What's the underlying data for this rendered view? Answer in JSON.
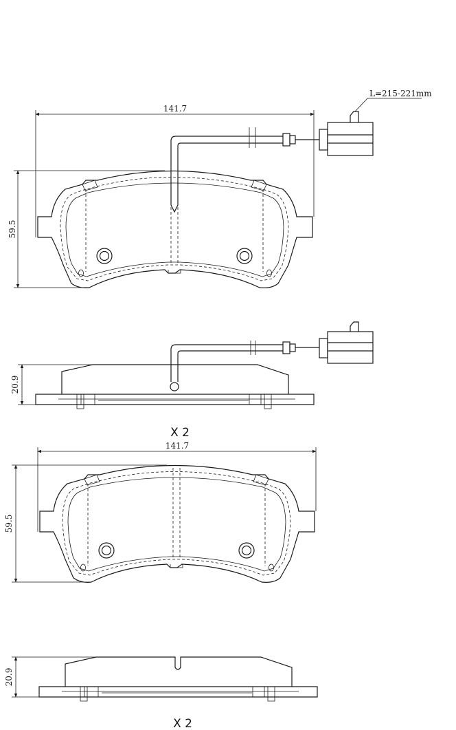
{
  "views": {
    "pad1_front": {
      "width_label": "141.7",
      "height_label": "59.5",
      "wire_label": "L=215-221mm"
    },
    "pad1_side": {
      "thickness_label": "20.9"
    },
    "pad1_qty": "X 2",
    "pad2_front": {
      "width_label": "141.7",
      "height_label": "59.5"
    },
    "pad2_side": {
      "thickness_label": "20.9"
    },
    "pad2_qty": "X 2"
  },
  "colors": {
    "line": "#1a1a1a",
    "background": "#ffffff"
  }
}
